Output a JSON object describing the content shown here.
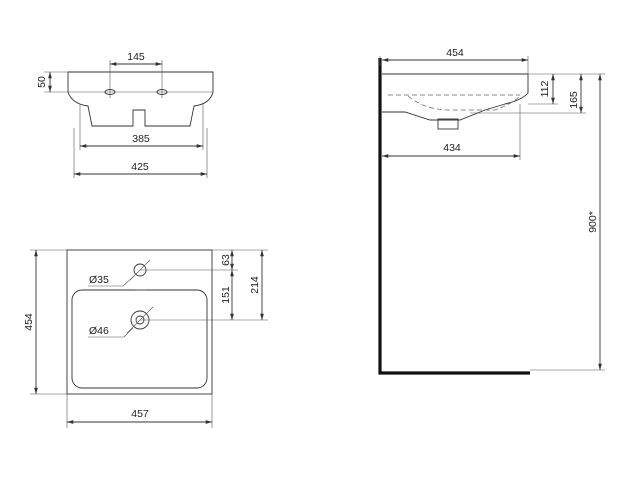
{
  "front_view": {
    "dims": {
      "tap_spacing": "145",
      "rim_height": "50",
      "inner_width": "385",
      "outer_width": "425"
    }
  },
  "top_view": {
    "dims": {
      "depth": "454",
      "width": "457",
      "tap_offset": "63",
      "hole_to_waste": "151",
      "waste_offset": "214"
    },
    "tap_hole": "Ø35",
    "waste_hole": "Ø46"
  },
  "side_view": {
    "dims": {
      "depth": "454",
      "bowl_depth": "434",
      "rim_thickness": "112",
      "basin_height": "165",
      "install_height": "900*"
    }
  }
}
